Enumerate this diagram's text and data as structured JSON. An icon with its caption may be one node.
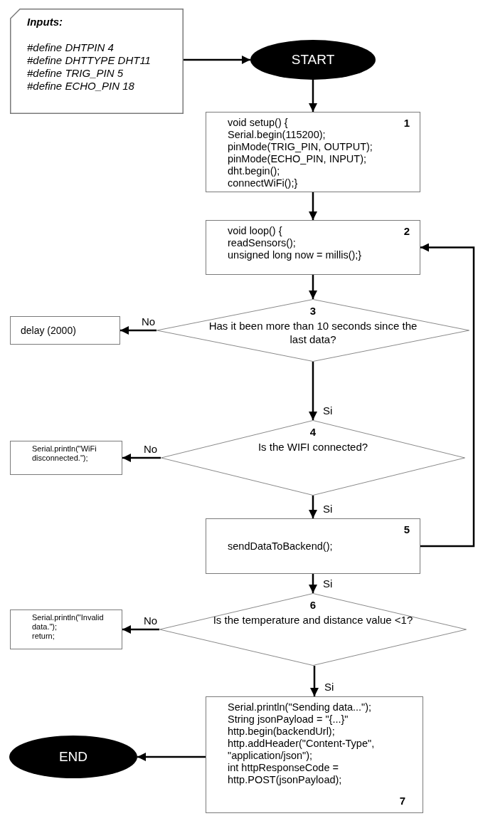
{
  "diagram": {
    "nodes": [
      {
        "text": [
          "Inputs:",
          "#define DHTPIN 4",
          "#define DHTTYPE DHT11",
          "#define TRIG_PIN 5",
          "#define ECHO_PIN 18"
        ]
      },
      {
        "text": [
          "START"
        ]
      },
      {
        "text": [
          "1",
          "void setup() {",
          "Serial.begin(115200);",
          "pinMode(TRIG_PIN, OUTPUT);",
          "pinMode(ECHO_PIN, INPUT);",
          "dht.begin();",
          "connectWiFi();}"
        ]
      },
      {
        "text": [
          "2",
          "void loop() {",
          "readSensors();",
          "unsigned long now = millis();}"
        ]
      },
      {
        "text": [
          "3",
          "Has it been more than 10 seconds since the last data?"
        ]
      },
      {
        "text": [
          "delay (2000)"
        ]
      },
      {
        "text": [
          "4",
          "Is the WIFI connected?"
        ]
      },
      {
        "text": [
          "Serial.println(\"WiFi disconnected.\");"
        ]
      },
      {
        "text": [
          "5",
          "sendDataToBackend();"
        ]
      },
      {
        "text": [
          "6",
          "Is the temperature and distance value <1?"
        ]
      },
      {
        "text": [
          "Serial.println(\"Invalid data.\");",
          "return;"
        ]
      },
      {
        "text": [
          "Serial.println(\"Sending data...\");",
          "String jsonPayload = \"{...}\"",
          "http.begin(backendUrl);",
          "http.addHeader(\"Content-Type\", \"application/json\");",
          "int httpResponseCode = http.POST(jsonPayload);",
          "7"
        ]
      },
      {
        "text": [
          "END"
        ]
      }
    ],
    "edges": [
      {
        "from": 0,
        "to": 1,
        "arrow": "to"
      },
      {
        "from": 1,
        "to": 2,
        "arrow": "to"
      },
      {
        "from": 2,
        "to": 3,
        "arrow": "to"
      },
      {
        "from": 3,
        "to": 4,
        "arrow": "to"
      },
      {
        "from": 4,
        "to": 5,
        "arrow": "to",
        "label": "No"
      },
      {
        "from": 4,
        "to": 6,
        "arrow": "to",
        "label": "Si"
      },
      {
        "from": 6,
        "to": 7,
        "arrow": "to",
        "label": "No"
      },
      {
        "from": 6,
        "to": 8,
        "arrow": "to",
        "label": "Si"
      },
      {
        "from": 8,
        "to": 3,
        "arrow": "to"
      },
      {
        "from": 8,
        "to": 9,
        "arrow": "to",
        "label": "Si"
      },
      {
        "from": 9,
        "to": 10,
        "arrow": "to",
        "label": "No"
      },
      {
        "from": 9,
        "to": 11,
        "arrow": "to",
        "label": "Si"
      },
      {
        "from": 11,
        "to": 12,
        "arrow": "to"
      }
    ]
  }
}
